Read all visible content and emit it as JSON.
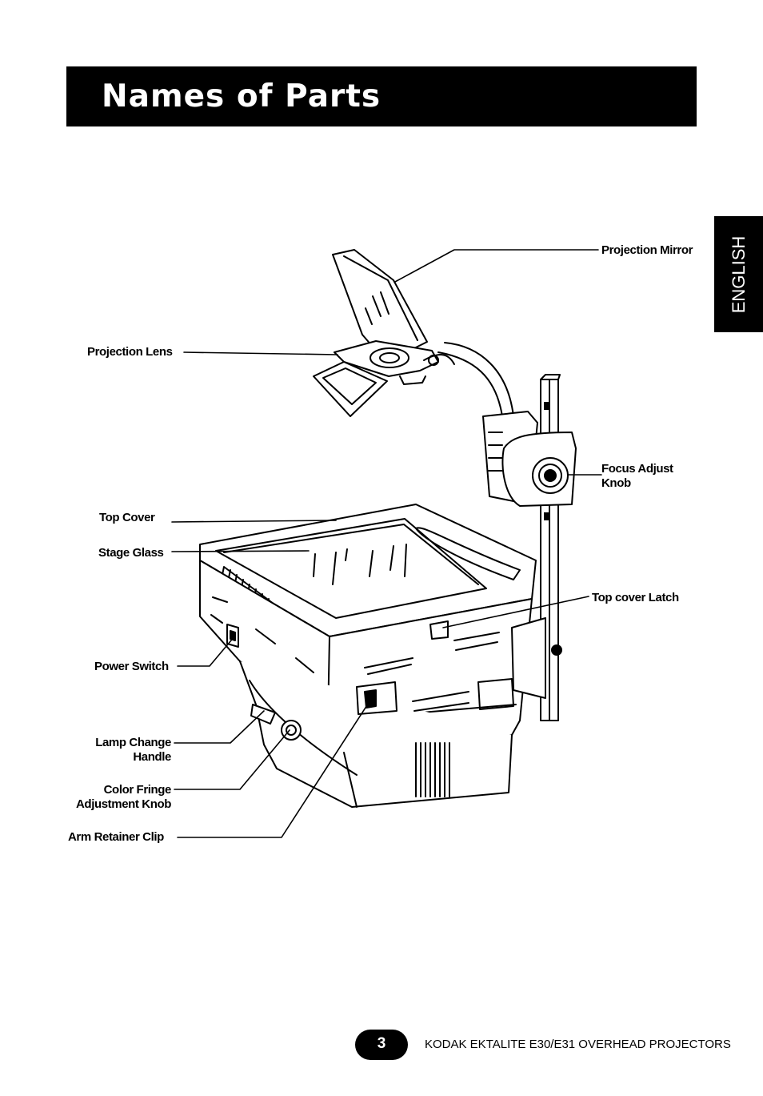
{
  "header": {
    "title": "Names of Parts"
  },
  "side_tab": {
    "label": "ENGLISH"
  },
  "parts": {
    "projection_mirror": "Projection Mirror",
    "projection_lens": "Projection Lens",
    "focus_adjust_knob": "Focus Adjust Knob",
    "top_cover": "Top Cover",
    "stage_glass": "Stage Glass",
    "top_cover_latch": "Top cover Latch",
    "power_switch": "Power Switch",
    "lamp_change_handle": "Lamp Change Handle",
    "color_fringe_adjustment_knob": "Color Fringe Adjustment Knob",
    "arm_retainer_clip": "Arm Retainer Clip"
  },
  "footer": {
    "page_number": "3",
    "product": "KODAK EKTALITE E30/E31 OVERHEAD PROJECTORS"
  }
}
